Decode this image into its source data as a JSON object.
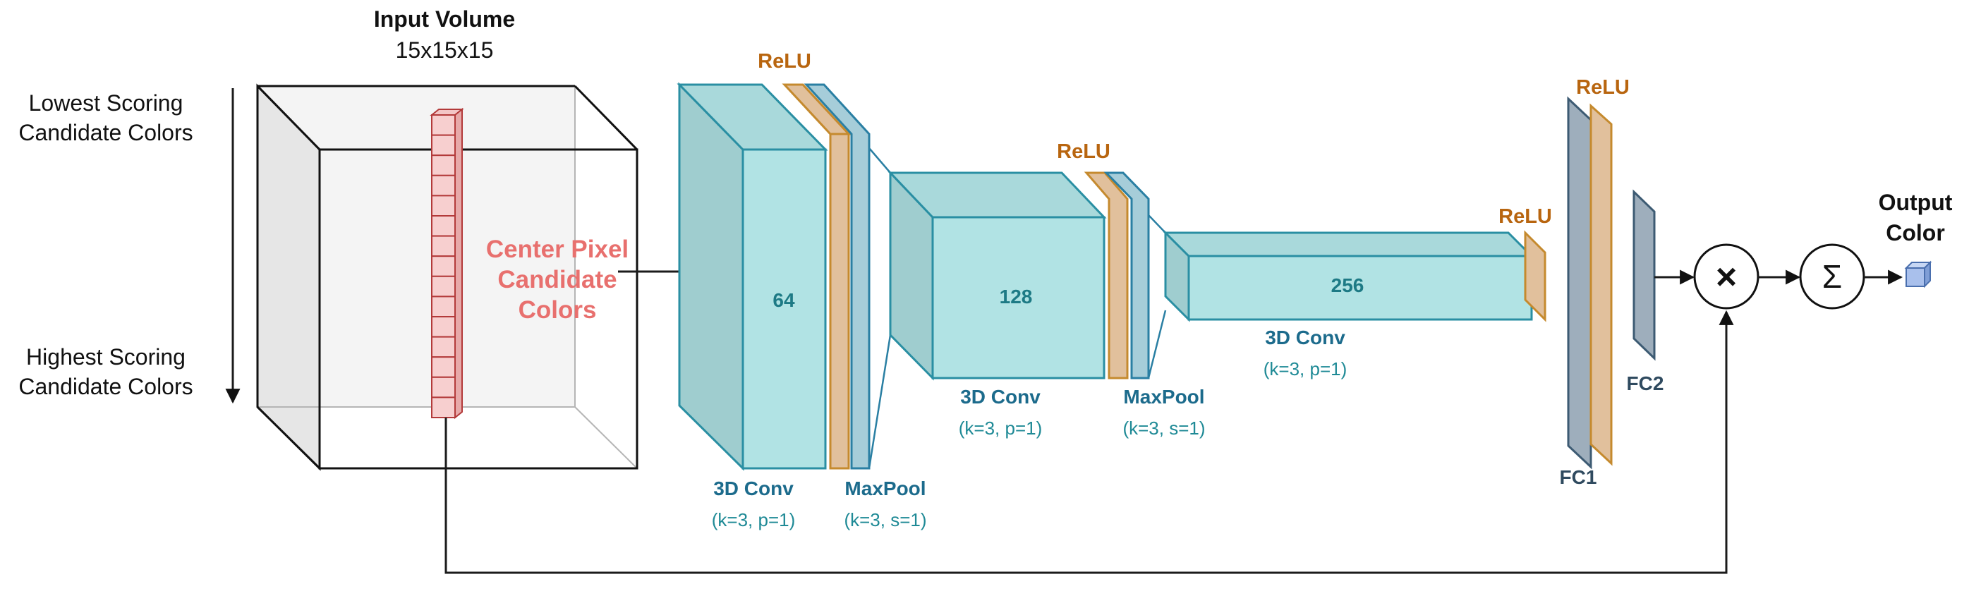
{
  "input": {
    "title": "Input Volume",
    "size": "15x15x15",
    "lowest_label_line1": "Lowest Scoring",
    "lowest_label_line2": "Candidate Colors",
    "highest_label_line1": "Highest Scoring",
    "highest_label_line2": "Candidate Colors",
    "center_line1": "Center Pixel",
    "center_line2": "Candidate",
    "center_line3": "Colors"
  },
  "layers": {
    "conv1": {
      "channels": "64",
      "name": "3D Conv",
      "params": "(k=3, p=1)",
      "activation": "ReLU"
    },
    "pool1": {
      "name": "MaxPool",
      "params": "(k=3, s=1)"
    },
    "conv2": {
      "channels": "128",
      "name": "3D Conv",
      "params": "(k=3, p=1)",
      "activation": "ReLU"
    },
    "pool2": {
      "name": "MaxPool",
      "params": "(k=3, s=1)"
    },
    "conv3": {
      "channels": "256",
      "name": "3D Conv",
      "params": "(k=3, p=1)",
      "activation": "ReLU"
    },
    "fc1": {
      "name": "FC1",
      "activation": "ReLU"
    },
    "fc2": {
      "name": "FC2"
    }
  },
  "ops": {
    "multiply": "×",
    "sum": "Σ"
  },
  "output": {
    "line1": "Output",
    "line2": "Color"
  },
  "colors": {
    "center_pixel": "#e8706e",
    "conv": "#b1e3e4",
    "relu": "#e1c09c",
    "pool": "#a6cdd9",
    "fc": "#9eaebc",
    "output_cube": "#9fb8e6"
  }
}
